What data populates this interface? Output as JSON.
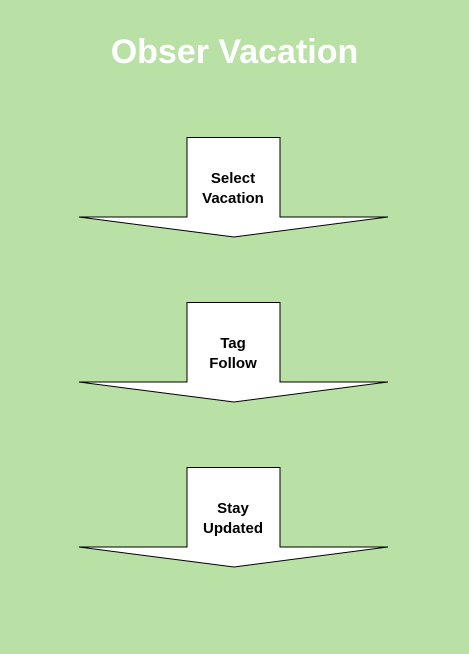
{
  "colors": {
    "background": "#b9e0a5",
    "title": "#ffffff",
    "arrow_fill": "#ffffff",
    "arrow_stroke": "#000000"
  },
  "title": "Obser Vacation",
  "steps": [
    {
      "line1": "Select",
      "line2": "Vacation"
    },
    {
      "line1": "Tag",
      "line2": "Follow"
    },
    {
      "line1": "Stay",
      "line2": "Updated"
    }
  ]
}
